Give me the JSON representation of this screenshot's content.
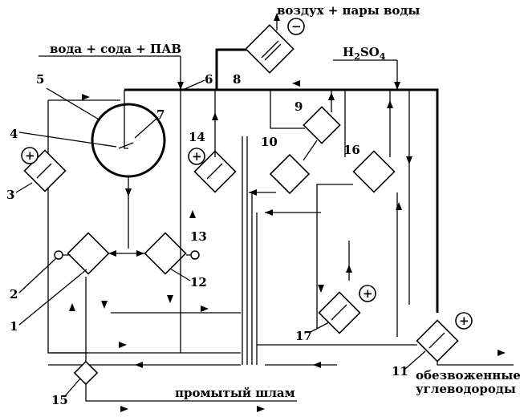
{
  "labels": {
    "air_vapor": "воздух + пары воды",
    "reagents": "вода + сода + ПАВ",
    "acid_main": "H",
    "acid_sub2": "2",
    "acid_mid": "SO",
    "acid_sub4": "4",
    "washed_sludge": "промытый шлам",
    "dehydrated_line1": "обезвоженные",
    "dehydrated_line2": "углеводороды"
  },
  "polarity": {
    "plus": "+",
    "minus": "−"
  },
  "units": [
    "1",
    "2",
    "3",
    "4",
    "5",
    "6",
    "7",
    "8",
    "9",
    "10",
    "11",
    "12",
    "13",
    "14",
    "15",
    "16",
    "17"
  ]
}
